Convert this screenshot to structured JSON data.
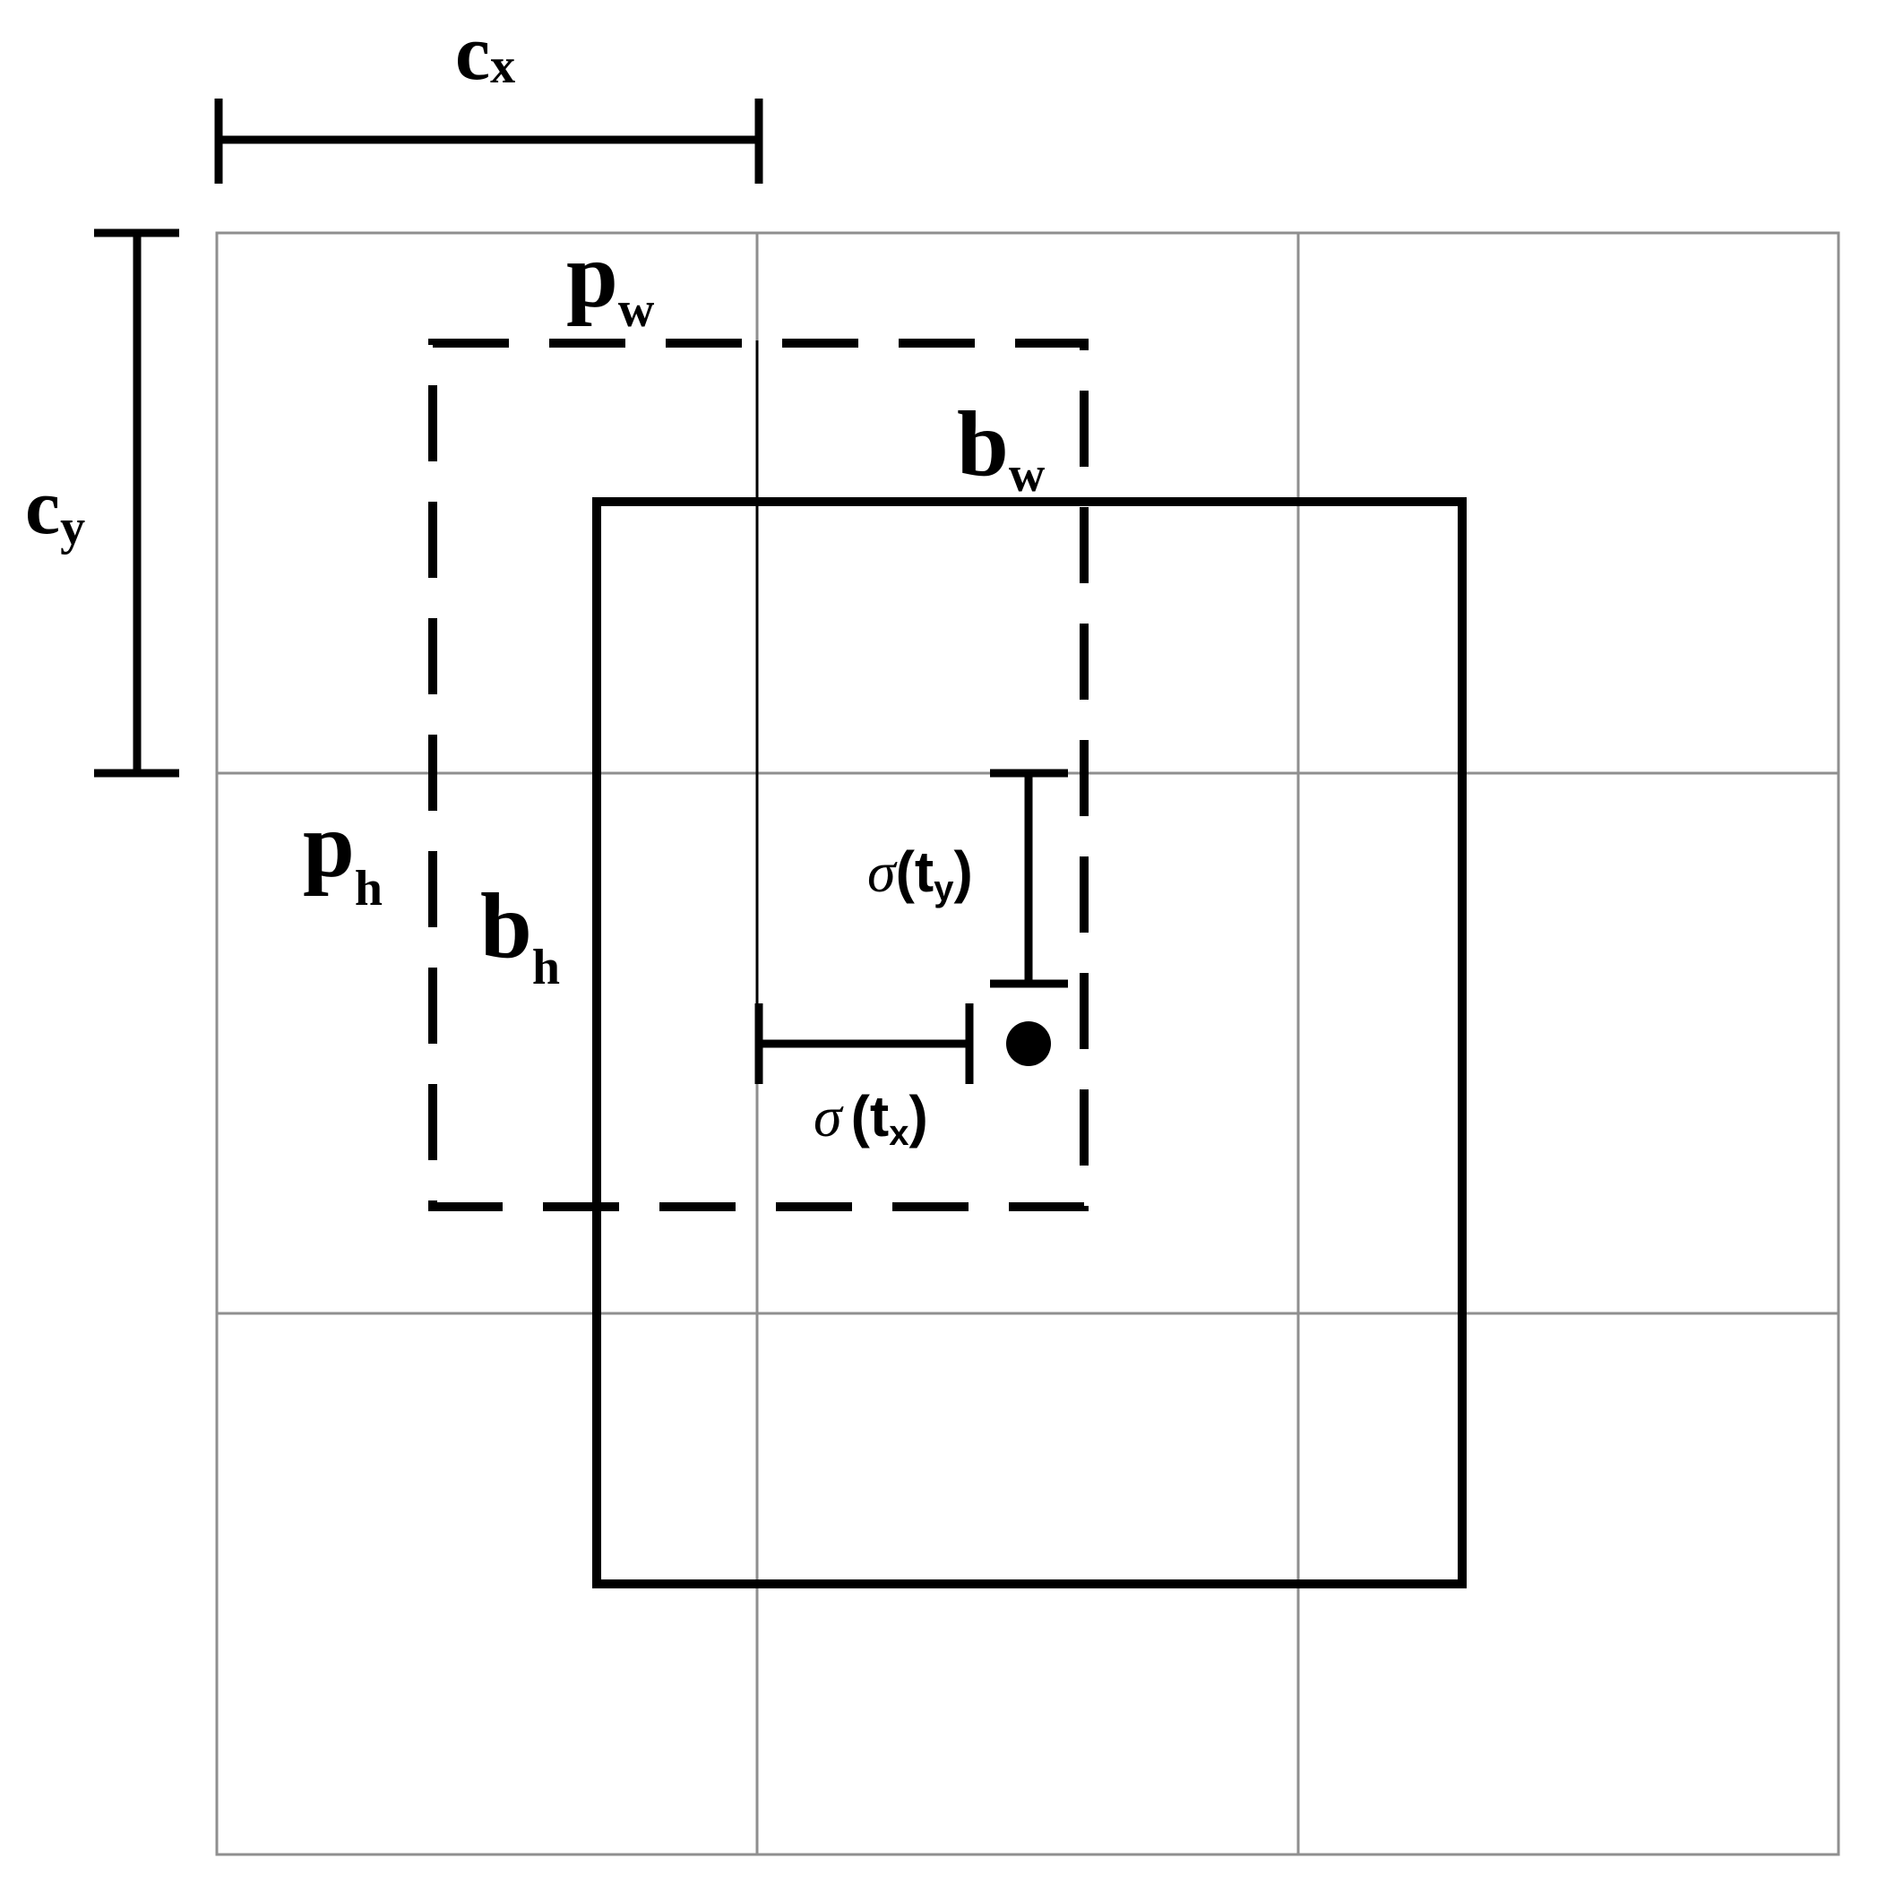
{
  "diagram": {
    "grid": {
      "rows": 3,
      "cols": 3
    },
    "labels": {
      "cx": {
        "main": "c",
        "sub": "x"
      },
      "cy": {
        "main": "c",
        "sub": "y"
      },
      "pw": {
        "main": "p",
        "sub": "w"
      },
      "ph": {
        "main": "p",
        "sub": "h"
      },
      "bw": {
        "main": "b",
        "sub": "w"
      },
      "bh": {
        "main": "b",
        "sub": "h"
      },
      "sigma_tx": {
        "sigma": "σ",
        "open": "(t",
        "sub": "x",
        "close": ")"
      },
      "sigma_ty": {
        "sigma": "σ",
        "open": "(t",
        "sub": "y",
        "close": ")"
      }
    },
    "colors": {
      "ink": "#000000",
      "grid": "#8f8f8f",
      "background": "#ffffff"
    }
  }
}
